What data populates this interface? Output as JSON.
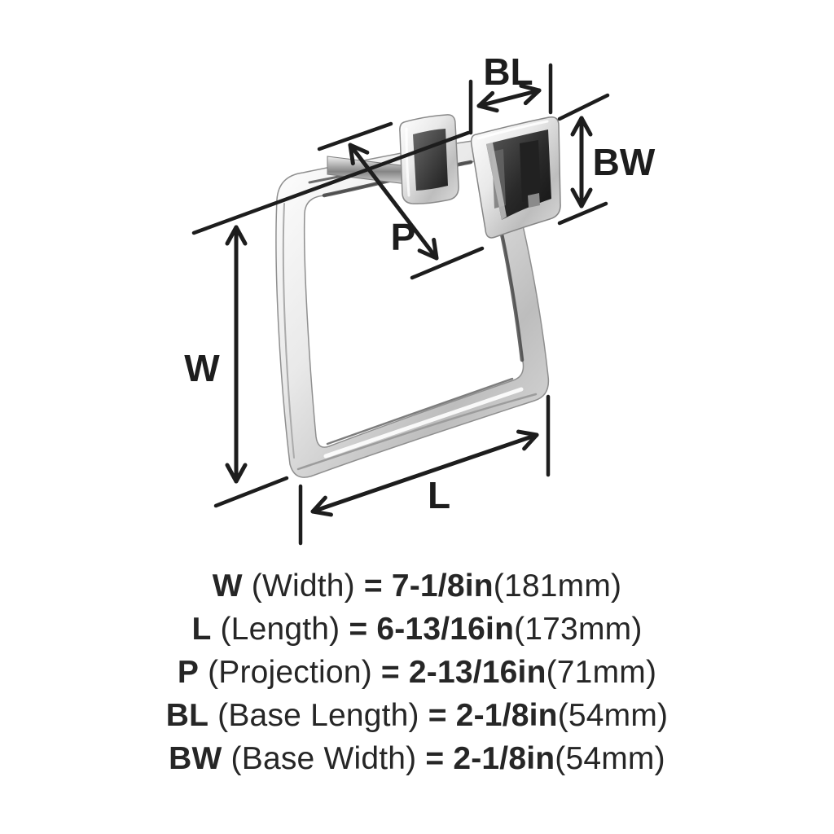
{
  "product": {
    "name": "square towel ring with wall mount base",
    "finish_colors": {
      "chrome_light": "#f7f7f7",
      "chrome_mid": "#c9c9c9",
      "chrome_dark": "#8f8f8f",
      "recess_dark": "#1e1e1e"
    }
  },
  "colors": {
    "background": "#ffffff",
    "line": "#1d1d1d",
    "text": "#262626"
  },
  "dimension_labels": {
    "w": "W",
    "l": "L",
    "p": "P",
    "bl": "BL",
    "bw": "BW"
  },
  "specs": [
    {
      "code": "W",
      "label": "(Width)",
      "equals": "=",
      "value": "7-1/8in",
      "metric": "(181mm)"
    },
    {
      "code": "L",
      "label": "(Length)",
      "equals": "=",
      "value": "6-13/16in",
      "metric": "(173mm)"
    },
    {
      "code": "P",
      "label": "(Projection)",
      "equals": "=",
      "value": "2-13/16in",
      "metric": "(71mm)"
    },
    {
      "code": "BL",
      "label": "(Base Length)",
      "equals": "=",
      "value": "2-1/8in",
      "metric": "(54mm)"
    },
    {
      "code": "BW",
      "label": "(Base Width)",
      "equals": "=",
      "value": "2-1/8in",
      "metric": "(54mm)"
    }
  ]
}
